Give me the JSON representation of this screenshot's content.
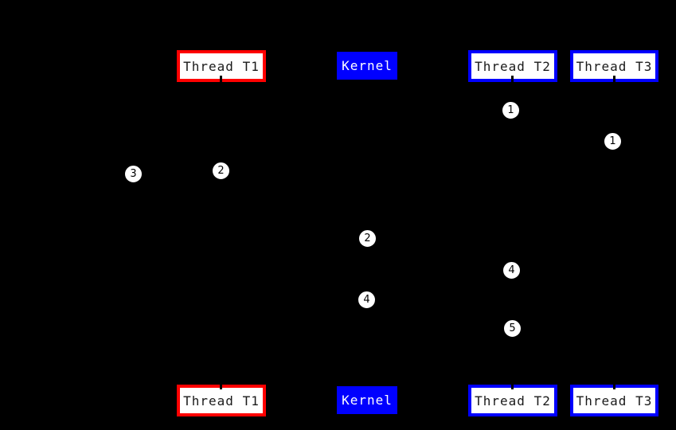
{
  "diagram": {
    "background_color": "#000000",
    "colors": {
      "thread_t1_border": "#ff0000",
      "thread_t2_border": "#0000ff",
      "thread_t3_border": "#0000ff",
      "kernel_fill": "#0000ff",
      "actor_box_fill": "#ffffff",
      "actor_text": "#1a1a1a",
      "kernel_text": "#ffffff",
      "marker_fill": "#ffffff",
      "marker_border": "#000000",
      "marker_text": "#000000"
    },
    "actors_top": [
      {
        "label": "Thread T1"
      },
      {
        "label": "Kernel"
      },
      {
        "label": "Thread T2"
      },
      {
        "label": "Thread T3"
      }
    ],
    "actors_bottom": [
      {
        "label": "Thread T1"
      },
      {
        "label": "Kernel"
      },
      {
        "label": "Thread T2"
      },
      {
        "label": "Thread T3"
      }
    ],
    "step_markers": [
      {
        "label": "1"
      },
      {
        "label": "1"
      },
      {
        "label": "2"
      },
      {
        "label": "3"
      },
      {
        "label": "2"
      },
      {
        "label": "4"
      },
      {
        "label": "4"
      },
      {
        "label": "5"
      }
    ]
  }
}
